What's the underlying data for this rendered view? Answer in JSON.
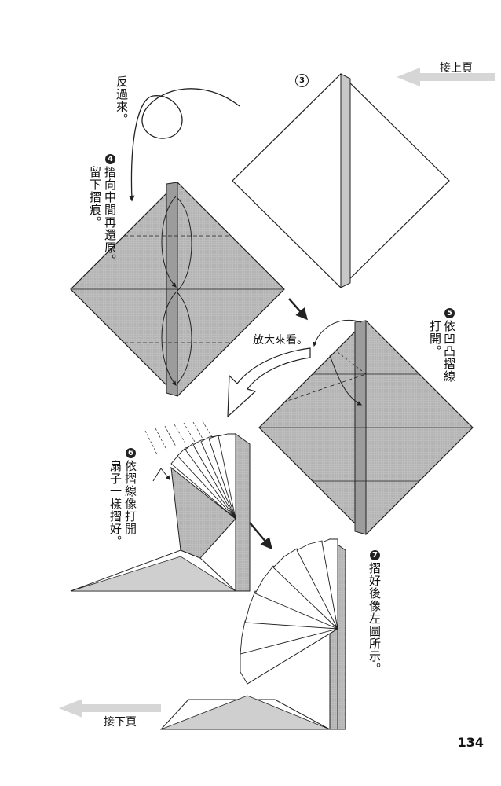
{
  "nav": {
    "prev_page": "接上頁",
    "next_page": "接下頁"
  },
  "steps": {
    "s3": {
      "num": "3"
    },
    "s4": {
      "num": "4",
      "col1": "摺向中間再還原。",
      "col2": "留下摺痕。"
    },
    "s5": {
      "num": "5",
      "col1": "依凹凸摺線",
      "col2": "打開。"
    },
    "s6": {
      "num": "6",
      "col1": "依摺線像打開",
      "col2": "扇子一樣摺好。"
    },
    "s7": {
      "num": "7",
      "col1": "摺好後像左圖所示。"
    }
  },
  "annotations": {
    "flip": "反過來。",
    "zoom": "放大來看。"
  },
  "page_number": "134",
  "colors": {
    "paper_gray": "#b8b8b8",
    "line": "#222222",
    "arrow_gray": "#d6d6d6"
  }
}
